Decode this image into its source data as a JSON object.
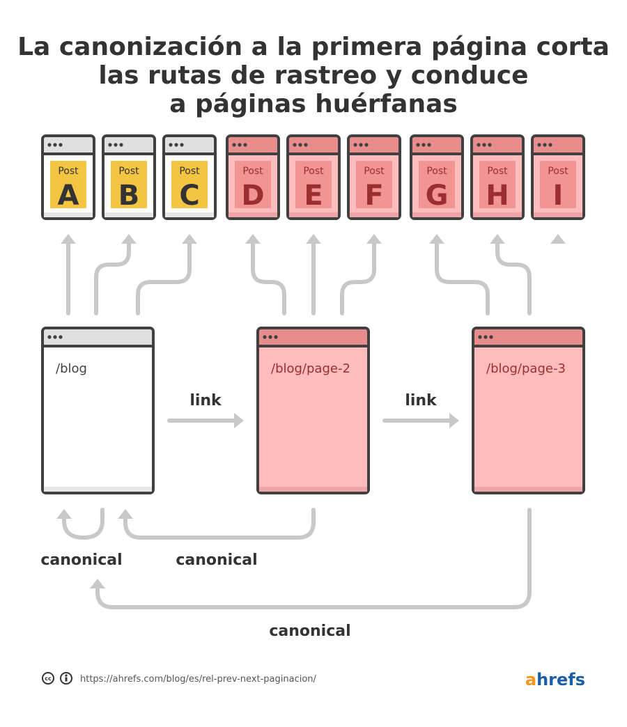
{
  "title": [
    "La canonización a la primera página corta",
    "las rutas de rastreo y conduce",
    "a páginas huérfanas"
  ],
  "posts": [
    {
      "label": "Post",
      "letter": "A",
      "state": "crawled"
    },
    {
      "label": "Post",
      "letter": "B",
      "state": "crawled"
    },
    {
      "label": "Post",
      "letter": "C",
      "state": "crawled"
    },
    {
      "label": "Post",
      "letter": "D",
      "state": "orphan"
    },
    {
      "label": "Post",
      "letter": "E",
      "state": "orphan"
    },
    {
      "label": "Post",
      "letter": "F",
      "state": "orphan"
    },
    {
      "label": "Post",
      "letter": "G",
      "state": "orphan"
    },
    {
      "label": "Post",
      "letter": "H",
      "state": "orphan"
    },
    {
      "label": "Post",
      "letter": "I",
      "state": "orphan"
    }
  ],
  "pages": [
    {
      "url": "/blog",
      "state": "crawled"
    },
    {
      "url": "/blog/page-2",
      "state": "orphan"
    },
    {
      "url": "/blog/page-3",
      "state": "orphan"
    }
  ],
  "link_labels": [
    "link",
    "link"
  ],
  "canonical_labels": [
    "canonical",
    "canonical",
    "canonical"
  ],
  "footer": {
    "url": "https://ahrefs.com/blog/es/rel-prev-next-paginacion/",
    "brand": "ahrefs",
    "license_icons": [
      "cc-icon",
      "attribution-icon"
    ]
  },
  "colors": {
    "yellow": "#f4c542",
    "pink": "#ffbcbc",
    "pink_dark": "#e88c8c",
    "pink_mid": "#f29494",
    "red_text": "#9b2f2f",
    "arrow": "#c8c8c8",
    "stroke": "#404040"
  }
}
